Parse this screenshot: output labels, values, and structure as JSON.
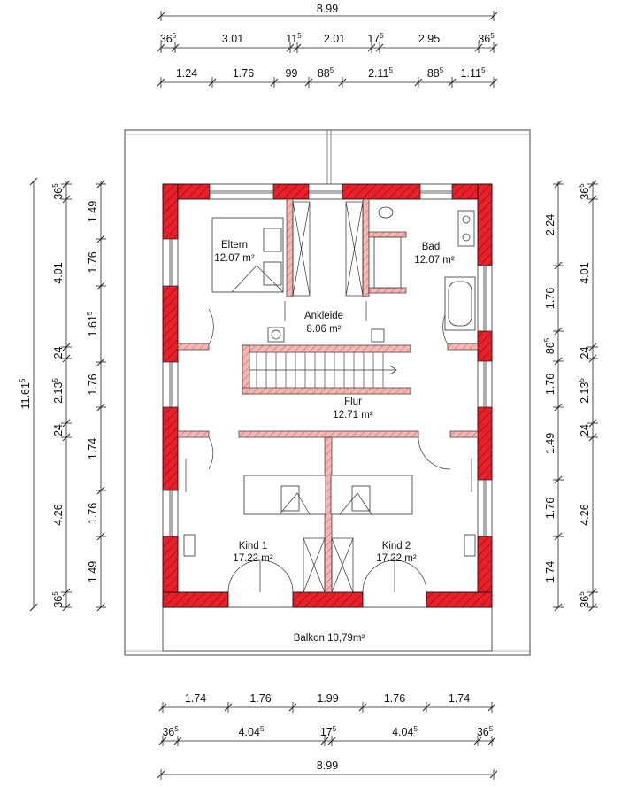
{
  "top_dims": {
    "overall": "8.99",
    "row2": [
      {
        "v": "36",
        "s": "5"
      },
      {
        "v": "3.01",
        "s": ""
      },
      {
        "v": "11",
        "s": "5"
      },
      {
        "v": "2.01",
        "s": ""
      },
      {
        "v": "17",
        "s": "5"
      },
      {
        "v": "2.95",
        "s": ""
      },
      {
        "v": "36",
        "s": "5"
      }
    ],
    "row3": [
      {
        "v": "1.24",
        "s": ""
      },
      {
        "v": "1.76",
        "s": ""
      },
      {
        "v": "99",
        "s": ""
      },
      {
        "v": "88",
        "s": "5"
      },
      {
        "v": "2.11",
        "s": "5"
      },
      {
        "v": "88",
        "s": "5"
      },
      {
        "v": "1.11",
        "s": "5"
      }
    ]
  },
  "bottom_dims": {
    "row1": [
      {
        "v": "1.74",
        "s": ""
      },
      {
        "v": "1.76",
        "s": ""
      },
      {
        "v": "1.99",
        "s": ""
      },
      {
        "v": "1.76",
        "s": ""
      },
      {
        "v": "1.74",
        "s": ""
      }
    ],
    "row2": [
      {
        "v": "36",
        "s": "5"
      },
      {
        "v": "4.04",
        "s": "5"
      },
      {
        "v": "17",
        "s": "5"
      },
      {
        "v": "4.04",
        "s": "5"
      },
      {
        "v": "36",
        "s": "5"
      }
    ],
    "overall": "8.99"
  },
  "left_dims": {
    "overall": {
      "v": "11.61",
      "s": "5"
    },
    "col2": [
      {
        "v": "36",
        "s": "5"
      },
      {
        "v": "4.01",
        "s": ""
      },
      {
        "v": "24",
        "s": ""
      },
      {
        "v": "2.13",
        "s": "5"
      },
      {
        "v": "24",
        "s": ""
      },
      {
        "v": "4.26",
        "s": ""
      },
      {
        "v": "36",
        "s": "5"
      }
    ],
    "col3": [
      {
        "v": "1.49",
        "s": ""
      },
      {
        "v": "1.76",
        "s": ""
      },
      {
        "v": "1.61",
        "s": "5"
      },
      {
        "v": "1.76",
        "s": ""
      },
      {
        "v": "1.74",
        "s": ""
      },
      {
        "v": "1.76",
        "s": ""
      },
      {
        "v": "1.49",
        "s": ""
      }
    ]
  },
  "right_dims": {
    "col1": [
      {
        "v": "2.24",
        "s": ""
      },
      {
        "v": "1.76",
        "s": ""
      },
      {
        "v": "86",
        "s": "5"
      },
      {
        "v": "1.76",
        "s": ""
      },
      {
        "v": "1.49",
        "s": ""
      },
      {
        "v": "1.76",
        "s": ""
      },
      {
        "v": "1.74",
        "s": ""
      }
    ],
    "col2": [
      {
        "v": "36",
        "s": "5"
      },
      {
        "v": "4.01",
        "s": ""
      },
      {
        "v": "24",
        "s": ""
      },
      {
        "v": "2.13",
        "s": "5"
      },
      {
        "v": "24",
        "s": ""
      },
      {
        "v": "4.26",
        "s": ""
      },
      {
        "v": "36",
        "s": "5"
      }
    ]
  },
  "rooms": {
    "eltern": {
      "name": "Eltern",
      "area": "12.07 m²"
    },
    "ankleide": {
      "name": "Ankleide",
      "area": "8.06 m²"
    },
    "bad": {
      "name": "Bad",
      "area": "12.07 m²"
    },
    "flur": {
      "name": "Flur",
      "area": "12.71 m²"
    },
    "kind1": {
      "name": "Kind 1",
      "area": "17.22 m²"
    },
    "kind2": {
      "name": "Kind 2",
      "area": "17.22 m²"
    },
    "balkon": {
      "name": "Balkon 10,79m²"
    }
  },
  "colors": {
    "wall": "#e8202a",
    "hatch": "#8a0b10",
    "partition": "#f2a3a0"
  }
}
